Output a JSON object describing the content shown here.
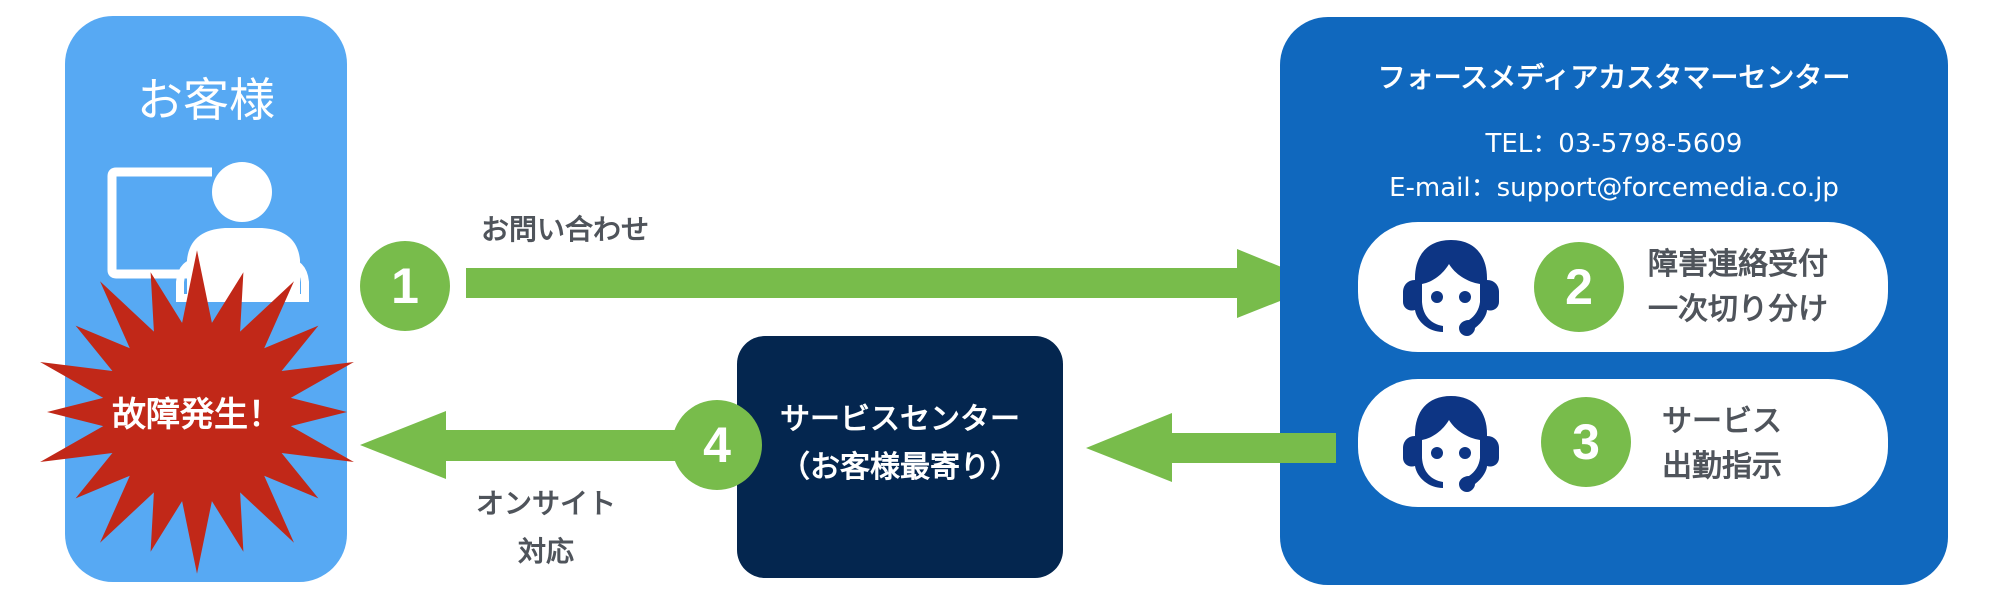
{
  "colors": {
    "customer_box": "#57A9F3",
    "panel_blue": "#1068BE",
    "service_navy": "#04264F",
    "step_green": "#78BC4B",
    "arrow_green": "#78BC4B",
    "burst_red": "#C12818",
    "operator_navy": "#0D3584",
    "label_gray": "#4F545B"
  },
  "customer": {
    "title": "お客様",
    "icon": "computer-user-icon",
    "alert": "故障発生！"
  },
  "steps": [
    {
      "number": "1",
      "label": "お問い合わせ",
      "direction": "to-customer-center"
    },
    {
      "number": "2",
      "lines": [
        "障害連絡受付",
        "一次切り分け"
      ],
      "icon": "operator-headset-icon"
    },
    {
      "number": "3",
      "lines": [
        "サービス",
        "出勤指示"
      ],
      "icon": "operator-headset-icon"
    },
    {
      "number": "4",
      "label_lines": [
        "オンサイト",
        "対応"
      ],
      "direction": "to-customer"
    }
  ],
  "service_center": {
    "lines": [
      "サービスセンター",
      "（お客様最寄り）"
    ]
  },
  "customer_center": {
    "title": "フォースメディアカスタマーセンター",
    "tel": "TEL：03-5798-5609",
    "email": "E-mail：support@forcemedia.co.jp"
  }
}
